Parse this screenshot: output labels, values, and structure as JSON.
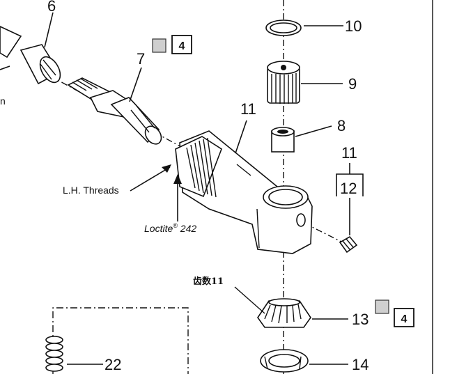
{
  "callouts": {
    "p6": "6",
    "p7": "7",
    "p8": "8",
    "p9": "9",
    "p10": "10",
    "p11_top": "11",
    "p11_side": "11",
    "p12": "12",
    "p13": "13",
    "p14": "14",
    "p22": "22",
    "badge_7": "4",
    "badge_13": "4",
    "edge_fragment": "n"
  },
  "notes": {
    "lh_threads": "L.H. Threads",
    "loctite_brand": "Loctite",
    "loctite_reg": "®",
    "loctite_num": " 242",
    "teeth_count": "齿数11"
  }
}
